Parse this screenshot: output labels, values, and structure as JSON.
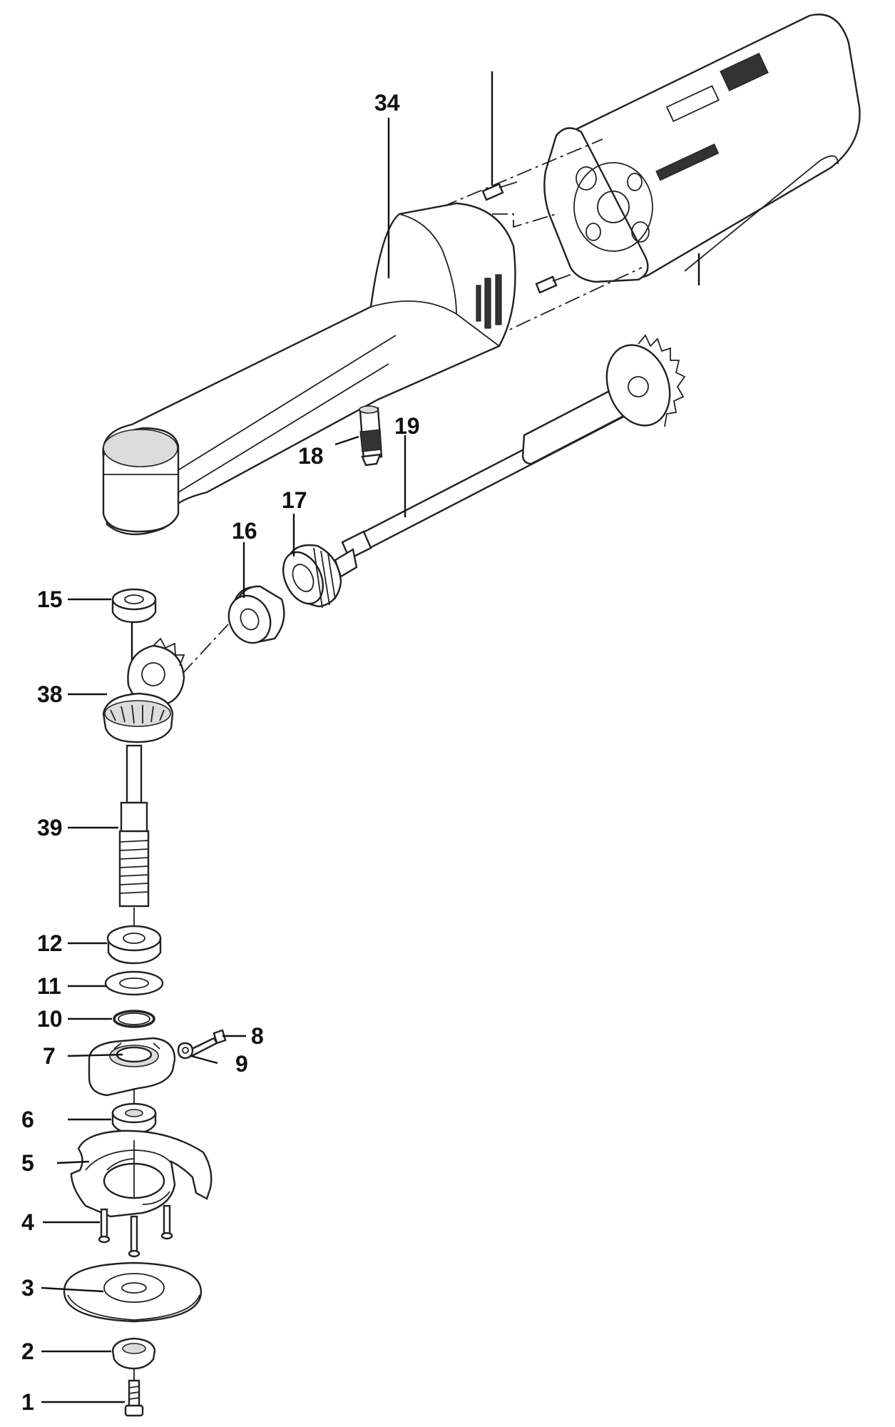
{
  "labels": {
    "l34": "34",
    "l19": "19",
    "l18": "18",
    "l17": "17",
    "l16": "16",
    "l15": "15",
    "l38": "38",
    "l39": "39",
    "l12": "12",
    "l11": "11",
    "l10": "10",
    "l8": "8",
    "l9": "9",
    "l7": "7",
    "l6": "6",
    "l5": "5",
    "l4": "4",
    "l3": "3",
    "l2": "2",
    "l1": "1"
  },
  "colors": {
    "line": "#222222",
    "label": "#111111",
    "background": "#ffffff"
  }
}
